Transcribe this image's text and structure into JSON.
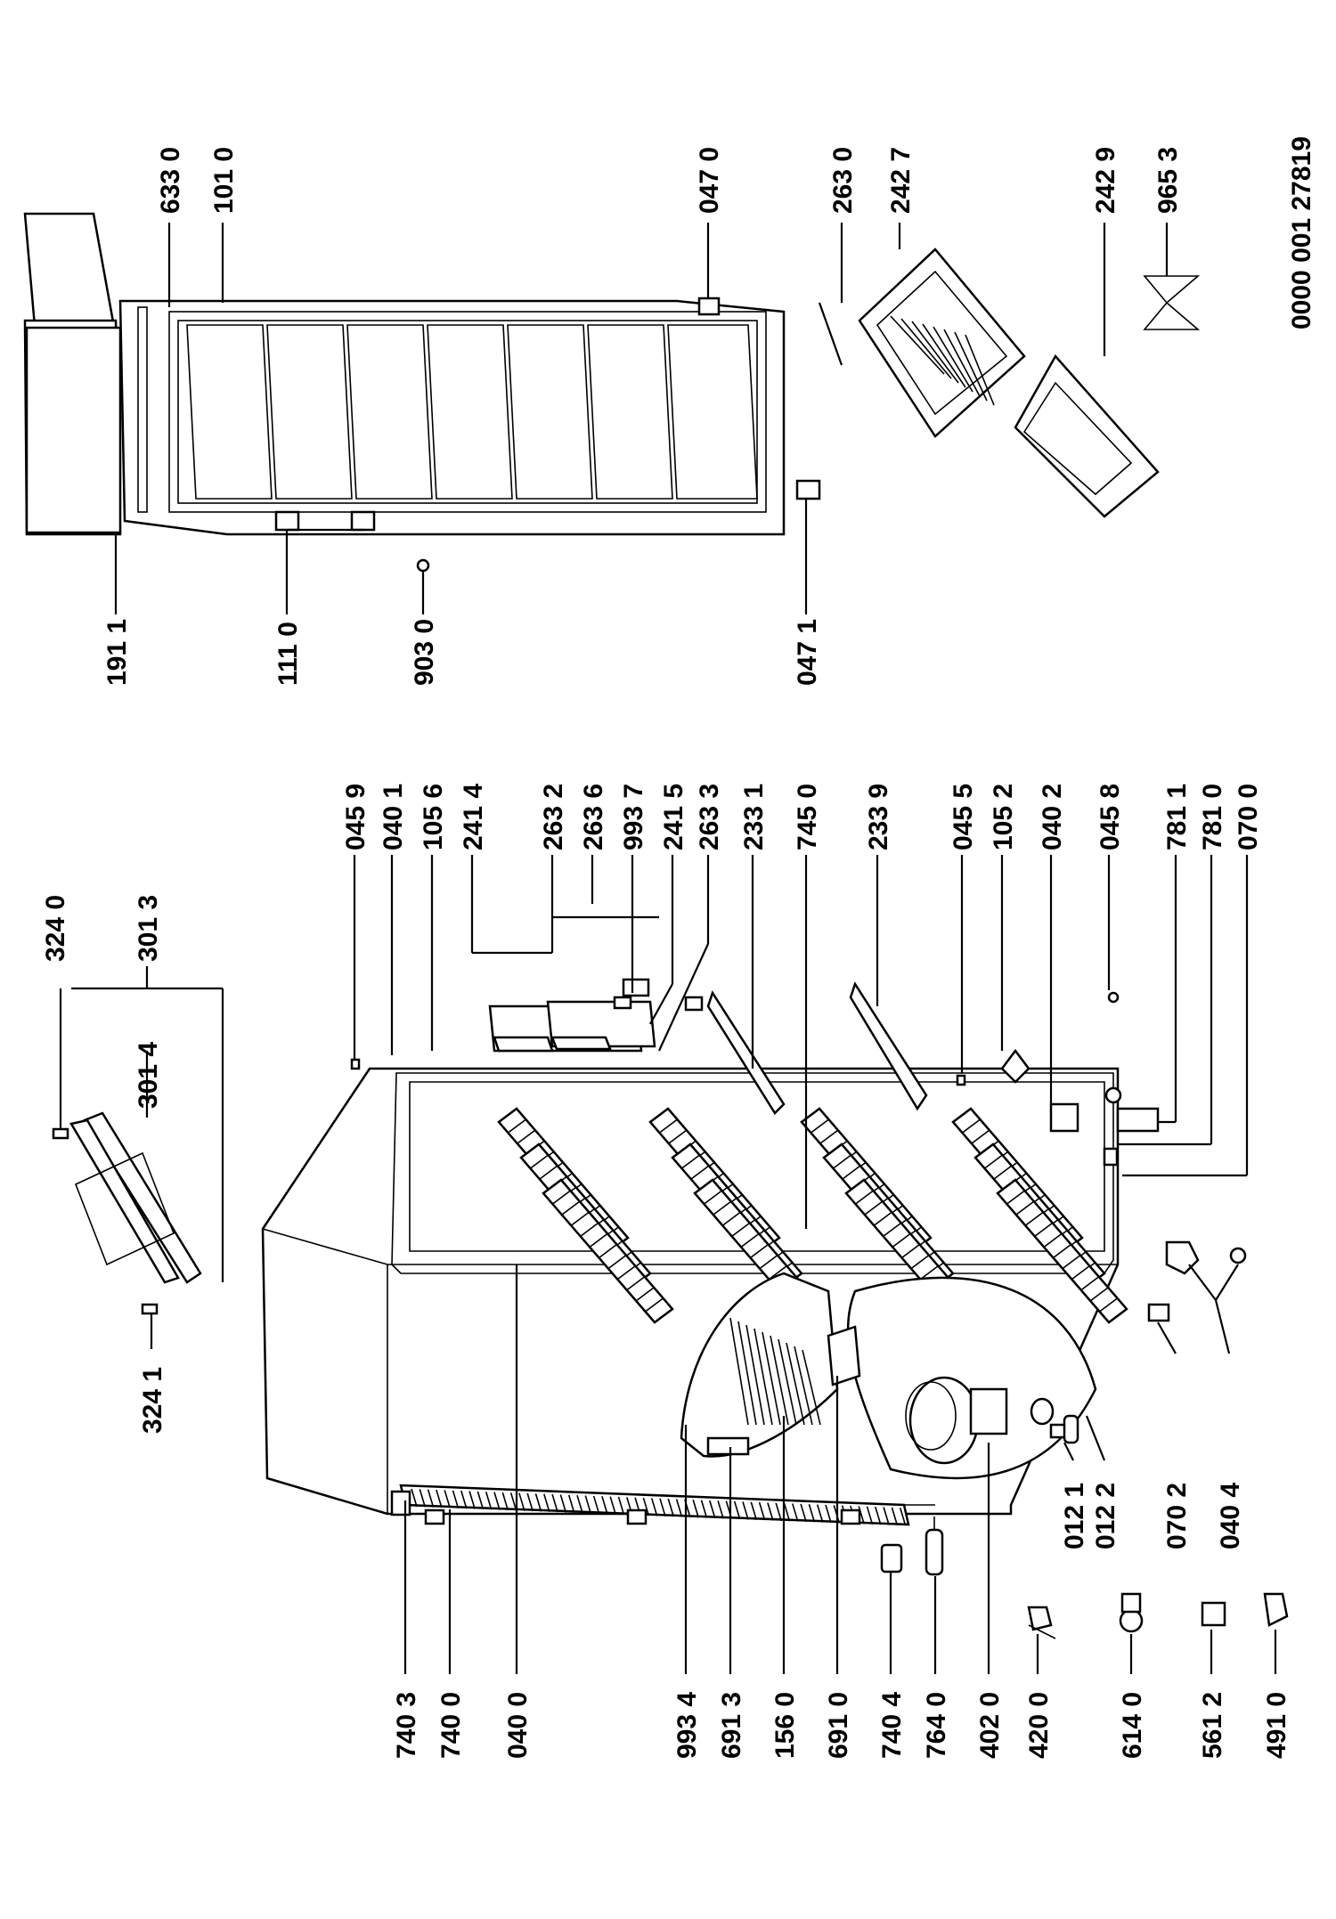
{
  "document_id": "0000 001 27819",
  "parts": [
    {
      "id": "p7403",
      "label": "740 3"
    },
    {
      "id": "p7400",
      "label": "740 0"
    },
    {
      "id": "p0400",
      "label": "040 0"
    },
    {
      "id": "p9934",
      "label": "993 4"
    },
    {
      "id": "p6913",
      "label": "691 3"
    },
    {
      "id": "p1560",
      "label": "156 0"
    },
    {
      "id": "p6910",
      "label": "691 0"
    },
    {
      "id": "p7404",
      "label": "740 4"
    },
    {
      "id": "p7640",
      "label": "764 0"
    },
    {
      "id": "p4020",
      "label": "402 0"
    },
    {
      "id": "p4200",
      "label": "420 0"
    },
    {
      "id": "p6140",
      "label": "614 0"
    },
    {
      "id": "p5612",
      "label": "561 2"
    },
    {
      "id": "p4910",
      "label": "491 0"
    },
    {
      "id": "p3241",
      "label": "324 1"
    },
    {
      "id": "p3240",
      "label": "324 0"
    },
    {
      "id": "p3013",
      "label": "301 3"
    },
    {
      "id": "p3014",
      "label": "301 4"
    },
    {
      "id": "p0459",
      "label": "045 9"
    },
    {
      "id": "p0401",
      "label": "040 1"
    },
    {
      "id": "p1056",
      "label": "105 6"
    },
    {
      "id": "p2414",
      "label": "241 4"
    },
    {
      "id": "p2632",
      "label": "263 2"
    },
    {
      "id": "p2636",
      "label": "263 6"
    },
    {
      "id": "p9937",
      "label": "993 7"
    },
    {
      "id": "p2415",
      "label": "241 5"
    },
    {
      "id": "p2633",
      "label": "263 3"
    },
    {
      "id": "p2331",
      "label": "233 1"
    },
    {
      "id": "p7450",
      "label": "745 0"
    },
    {
      "id": "p2339",
      "label": "233 9"
    },
    {
      "id": "p0455",
      "label": "045 5"
    },
    {
      "id": "p1052",
      "label": "105 2"
    },
    {
      "id": "p0402",
      "label": "040 2"
    },
    {
      "id": "p0458",
      "label": "045 8"
    },
    {
      "id": "p7811",
      "label": "781 1"
    },
    {
      "id": "p7810",
      "label": "781 0"
    },
    {
      "id": "p0700",
      "label": "070 0"
    },
    {
      "id": "p0121",
      "label": "012 1"
    },
    {
      "id": "p0122",
      "label": "012 2"
    },
    {
      "id": "p0702",
      "label": "070 2"
    },
    {
      "id": "p0404",
      "label": "040 4"
    },
    {
      "id": "p1911",
      "label": "191 1"
    },
    {
      "id": "p1110",
      "label": "111 0"
    },
    {
      "id": "p9030",
      "label": "903 0"
    },
    {
      "id": "p0471",
      "label": "047 1"
    },
    {
      "id": "p6330",
      "label": "633 0"
    },
    {
      "id": "p1010",
      "label": "101 0"
    },
    {
      "id": "p0470",
      "label": "047 0"
    },
    {
      "id": "p2630",
      "label": "263 0"
    },
    {
      "id": "p2427",
      "label": "242 7"
    },
    {
      "id": "p2429",
      "label": "242 9"
    },
    {
      "id": "p9653",
      "label": "965 3"
    }
  ]
}
